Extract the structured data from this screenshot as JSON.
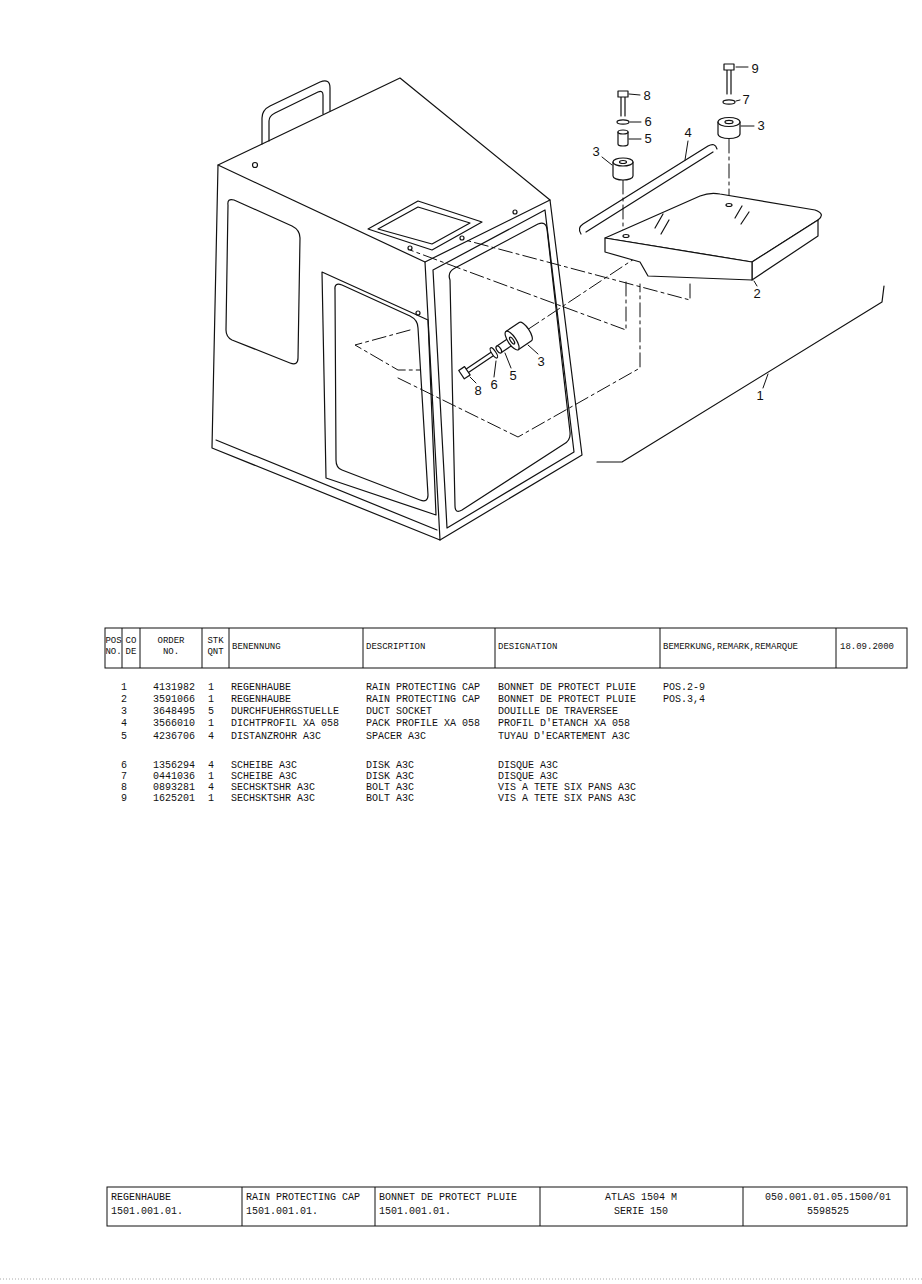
{
  "diagram": {
    "labels": [
      "9",
      "8",
      "7",
      "6",
      "5",
      "4",
      "3",
      "3",
      "2",
      "3",
      "5",
      "6",
      "8",
      "1",
      "POS NO.",
      "CO DE",
      "ORDER NO.",
      "STK QNT",
      "BENENNUNG",
      "DESCRIPTION",
      "DESIGNATION",
      "BEMERKUNG,REMARK,REMARQUE",
      "18.09.2000",
      "1",
      "4131982",
      "1",
      "REGENHAUBE",
      "RAIN PROTECTING CAP",
      "BONNET DE PROTECT PLUIE",
      "POS.2-9",
      "2",
      "3591066",
      "1",
      "REGENHAUBE",
      "RAIN PROTECTING CAP",
      "BONNET DE PROTECT PLUIE",
      "POS.3,4",
      "3",
      "3648495",
      "5",
      "DURCHFUEHRGSTUELLE",
      "DUCT SOCKET",
      "DOUILLE DE TRAVERSEE",
      "4",
      "3566010",
      "1",
      "DICHTPROFIL XA 058",
      "PACK PROFILE XA 058",
      "PROFIL D'ETANCH XA 058",
      "5",
      "4236706",
      "4",
      "DISTANZROHR A3C",
      "SPACER A3C",
      "TUYAU D'ECARTEMENT A3C",
      "6",
      "1356294",
      "4",
      "SCHEIBE A3C",
      "DISK A3C",
      "DISQUE A3C",
      "7",
      "0441036",
      "1",
      "SCHEIBE A3C",
      "DISK A3C",
      "DISQUE A3C",
      "8",
      "0893281",
      "4",
      "SECHSKTSHR A3C",
      "BOLT A3C",
      "VIS A TETE SIX PANS A3C",
      "9",
      "1625201",
      "1",
      "SECHSKTSHR A3C",
      "BOLT A3C",
      "VIS A TETE SIX PANS A3C",
      "REGENHAUBE",
      "1501.001.01.",
      "RAIN PROTECTING CAP",
      "1501.001.01.",
      "BONNET DE PROTECT PLUIE",
      "1501.001.01.",
      "ATLAS 1504 M",
      "SERIE 150",
      "050.001.01.05.1500/01",
      "5598525"
    ]
  }
}
